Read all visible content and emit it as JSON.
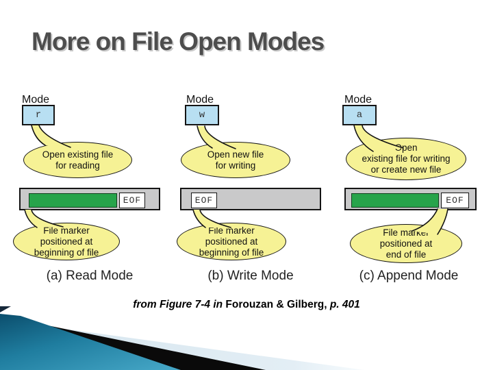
{
  "slide": {
    "title": "More on File Open Modes",
    "footer": {
      "source_prefix": "from Figure 7-4 in",
      "source_authors": "Forouzan & Gilberg,",
      "source_page": "p. 401"
    }
  },
  "diagram": {
    "mode_label": "Mode",
    "eof_label": "EOF",
    "columns": [
      {
        "mode_char": "r",
        "open_callout_lines": [
          "Open existing file",
          "for reading"
        ],
        "marker_callout_lines": [
          "File marker",
          "positioned at",
          "beginning of file"
        ],
        "caption": "(a) Read Mode"
      },
      {
        "mode_char": "w",
        "open_callout_lines": [
          "Open new file",
          "for writing"
        ],
        "marker_callout_lines": [
          "File marker",
          "positioned at",
          "beginning of file"
        ],
        "caption": "(b) Write Mode"
      },
      {
        "mode_char": "a",
        "open_callout_lines": [
          "Open",
          "existing file for writing",
          "or create new file"
        ],
        "marker_callout_lines": [
          "File marker",
          "positioned at",
          "end of file"
        ],
        "caption": "(c) Append Mode"
      }
    ],
    "colors": {
      "mode_box_fill": "#b8dff2",
      "callout_fill": "#f6f295",
      "bar_fill": "#c9c9ca",
      "file_data_fill": "#27a44b",
      "swoosh_teal": "#2f8fae"
    }
  }
}
